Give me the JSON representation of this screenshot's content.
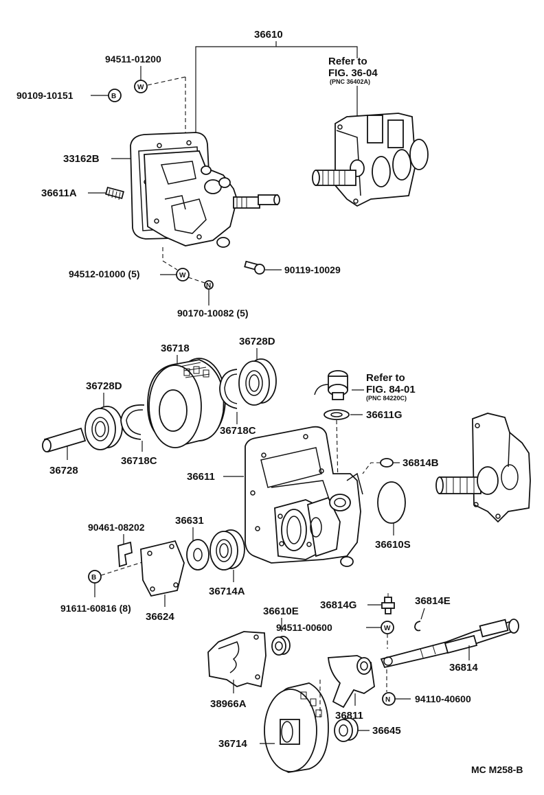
{
  "labels": {
    "l36610": "36610",
    "l94511_01200": "94511-01200",
    "l90109_10151": "90109-10151",
    "l33162B": "33162B",
    "l36611A": "36611A",
    "l94512_01000": "94512-01000 (5)",
    "l90119_10029": "90119-10029",
    "l90170_10082": "90170-10082 (5)",
    "l36718": "36718",
    "l36728D_top": "36728D",
    "l36728D_left": "36728D",
    "l36718C_right": "36718C",
    "l36718C_left": "36718C",
    "l36728": "36728",
    "l36611G": "36611G",
    "l36814B": "36814B",
    "l36611": "36611",
    "l36610S": "36610S",
    "l90461_08202": "90461-08202",
    "l36631": "36631",
    "l36714A": "36714A",
    "l91611_60816": "91611-60816 (8)",
    "l36624": "36624",
    "l36610E": "36610E",
    "l36814G": "36814G",
    "l36814E": "36814E",
    "l94511_00600": "94511-00600",
    "l36814": "36814",
    "l38966A": "38966A",
    "l36811": "36811",
    "l94110_40600": "94110-40600",
    "l36714": "36714",
    "l36645": "36645"
  },
  "refs": {
    "ref1_line1": "Refer to",
    "ref1_line2": "FIG. 36-04",
    "ref1_pnc": "(PNC 36402A)",
    "ref2_line1": "Refer to",
    "ref2_line2": "FIG. 84-01",
    "ref2_pnc": "(PNC 84220C)"
  },
  "symbols": {
    "washer": "W",
    "bolt": "B",
    "nut": "N"
  },
  "diagram_code": "MC M258-B"
}
